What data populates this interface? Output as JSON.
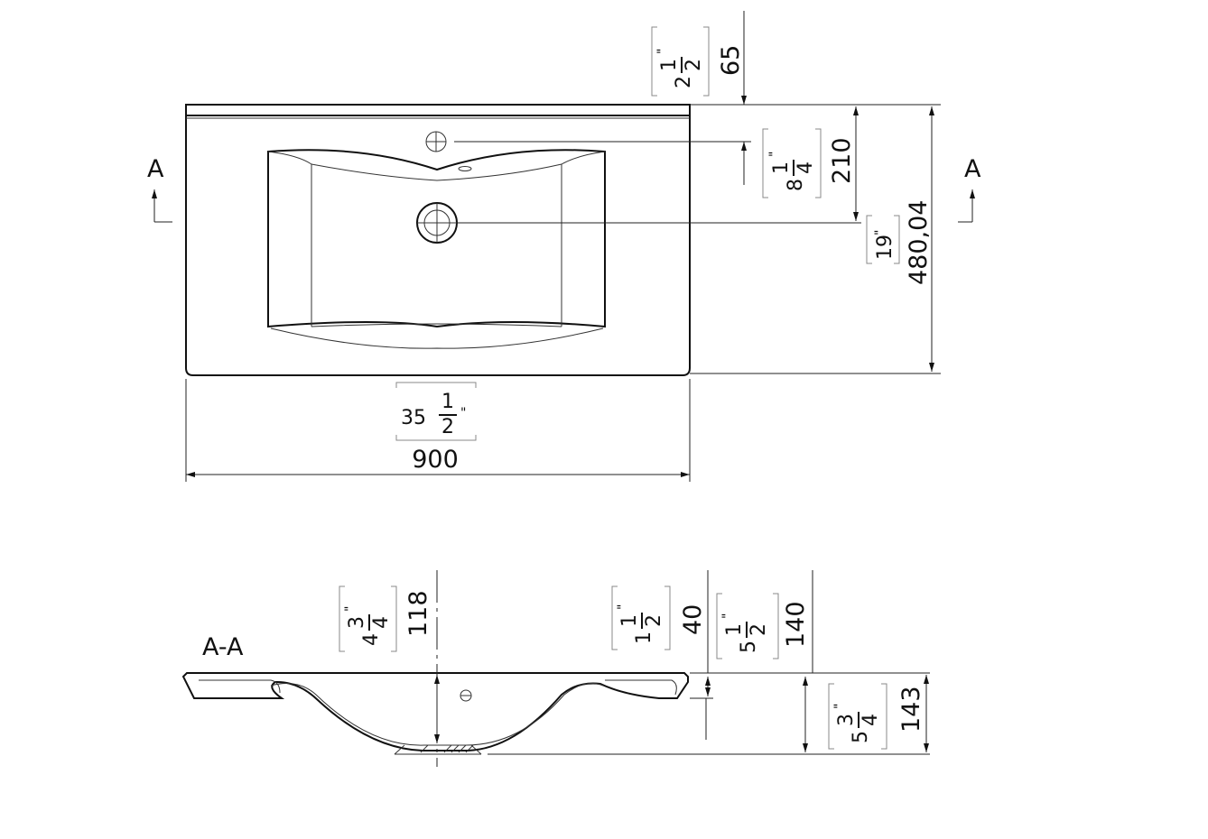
{
  "section_marks": {
    "left": "A",
    "right": "A",
    "section_title": "A-A"
  },
  "top_view": {
    "dims": {
      "back_to_tap": {
        "mm": "65",
        "inch_whole": "2",
        "inch_num": "1",
        "inch_den": "2",
        "inch_mark": "\""
      },
      "tap_to_drain": {
        "mm": "210",
        "inch_whole": "8",
        "inch_num": "1",
        "inch_den": "4",
        "inch_mark": "\""
      },
      "depth": {
        "mm": "480,04",
        "inch_whole": "19",
        "inch_mark": "\""
      },
      "width": {
        "mm": "900",
        "inch_whole": "35",
        "inch_num": "1",
        "inch_den": "2",
        "inch_mark": "\""
      }
    }
  },
  "section_view": {
    "dims": {
      "bowl_depth": {
        "mm": "118",
        "inch_whole": "4",
        "inch_num": "3",
        "inch_den": "4",
        "inch_mark": "\""
      },
      "rim": {
        "mm": "40",
        "inch_whole": "1",
        "inch_num": "1",
        "inch_den": "2",
        "inch_mark": "\""
      },
      "overall": {
        "mm": "140",
        "inch_whole": "5",
        "inch_num": "1",
        "inch_den": "2",
        "inch_mark": "\""
      },
      "total": {
        "mm": "143",
        "inch_whole": "5",
        "inch_num": "3",
        "inch_den": "4",
        "inch_mark": "\""
      }
    }
  }
}
